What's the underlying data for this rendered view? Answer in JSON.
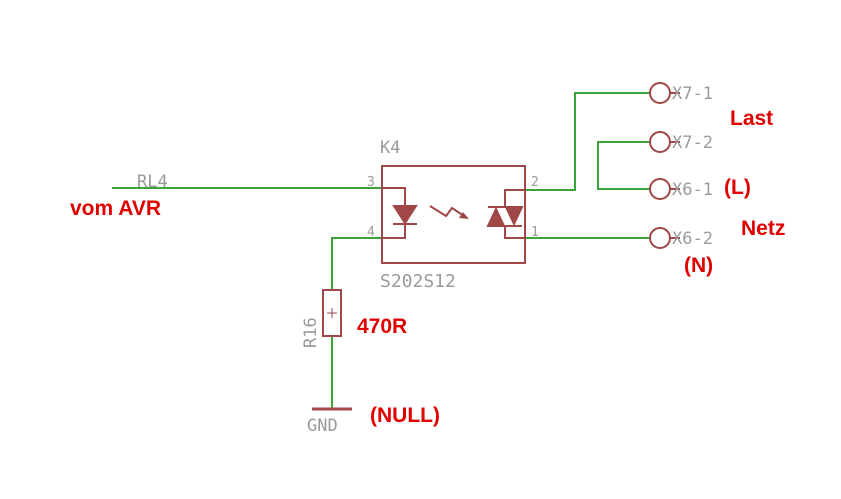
{
  "colors": {
    "wire": "#3aa33a",
    "component": "#a04848",
    "label_gray": "#9a9a9a",
    "annotation_red": "#e00000"
  },
  "component_labels": {
    "optocoupler_ref": "K4",
    "optocoupler_part": "S202S12",
    "resistor_ref": "R16",
    "net_rl4": "RL4",
    "gnd": "GND"
  },
  "pins": {
    "p3": "3",
    "p4": "4",
    "p2": "2",
    "p1": "1"
  },
  "connectors": {
    "x7_1": "X7-1",
    "x7_2": "X7-2",
    "x6_1": "X6-1",
    "x6_2": "X6-2"
  },
  "annotations": {
    "vom_avr": "vom AVR",
    "last": "Last",
    "l": "(L)",
    "netz": "Netz",
    "n": "(N)",
    "resistor_value": "470R",
    "null": "(NULL)"
  }
}
